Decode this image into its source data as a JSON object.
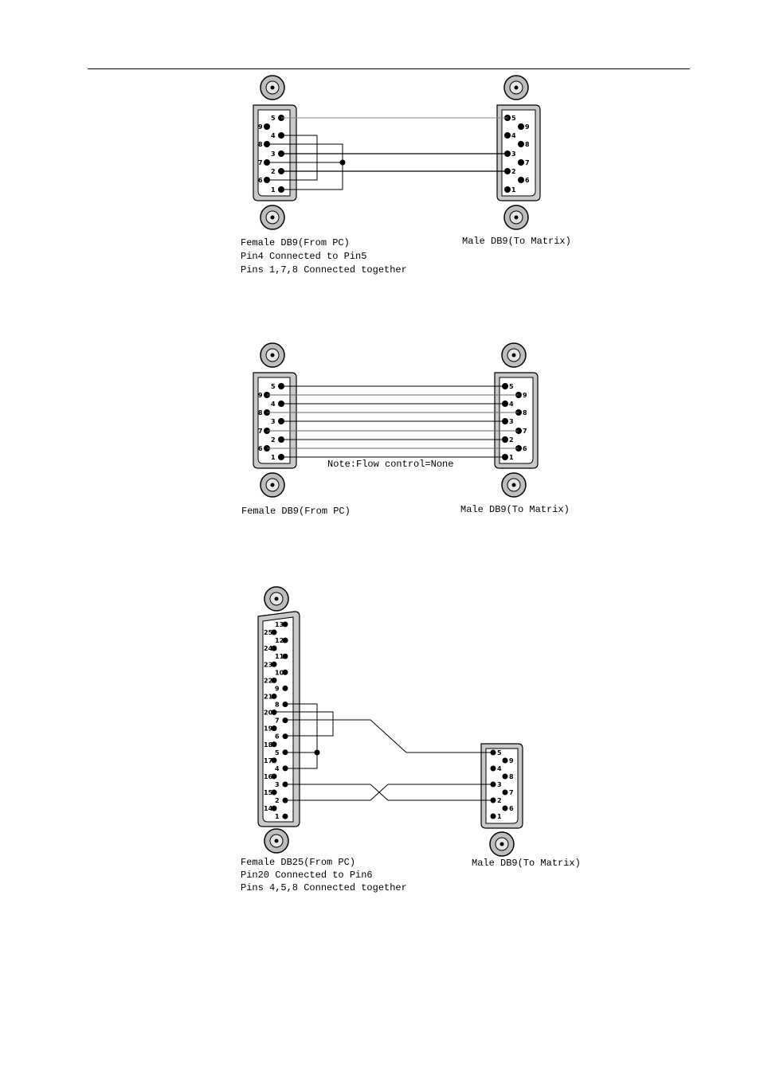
{
  "diagram1": {
    "female_label": "Female DB9(From PC)",
    "male_label": "Male DB9(To Matrix)",
    "notes": [
      "Pin4 Connected to Pin5",
      "Pins 1,7,8 Connected together"
    ],
    "female_pins": {
      "top": [
        "5",
        "4",
        "3",
        "2",
        "1"
      ],
      "bottom": [
        "9",
        "8",
        "7",
        "6"
      ]
    },
    "male_pins": {
      "top": [
        "5",
        "4",
        "3",
        "2",
        "1"
      ],
      "bottom": [
        "9",
        "8",
        "7",
        "6"
      ]
    }
  },
  "diagram2": {
    "female_label": "Female DB9(From PC)",
    "male_label": "Male DB9(To Matrix)",
    "note": "Note:Flow control=None",
    "female_pins": {
      "top": [
        "5",
        "4",
        "3",
        "2",
        "1"
      ],
      "bottom": [
        "9",
        "8",
        "7",
        "6"
      ]
    },
    "male_pins": {
      "top": [
        "5",
        "4",
        "3",
        "2",
        "1"
      ],
      "bottom": [
        "9",
        "8",
        "7",
        "6"
      ]
    }
  },
  "diagram3": {
    "female_label": "Female DB25(From PC)",
    "male_label": "Male DB9(To Matrix)",
    "notes": [
      "Pin20 Connected to Pin6",
      "Pins 4,5,8 Connected together"
    ],
    "female_pins": {
      "top": [
        "13",
        "12",
        "11",
        "10",
        "9",
        "8",
        "7",
        "6",
        "5",
        "4",
        "3",
        "2",
        "1"
      ],
      "bottom": [
        "25",
        "24",
        "23",
        "22",
        "21",
        "20",
        "19",
        "18",
        "17",
        "16",
        "15",
        "14"
      ]
    },
    "male_pins": {
      "top": [
        "5",
        "4",
        "3",
        "2",
        "1"
      ],
      "bottom": [
        "9",
        "8",
        "7",
        "6"
      ]
    }
  }
}
